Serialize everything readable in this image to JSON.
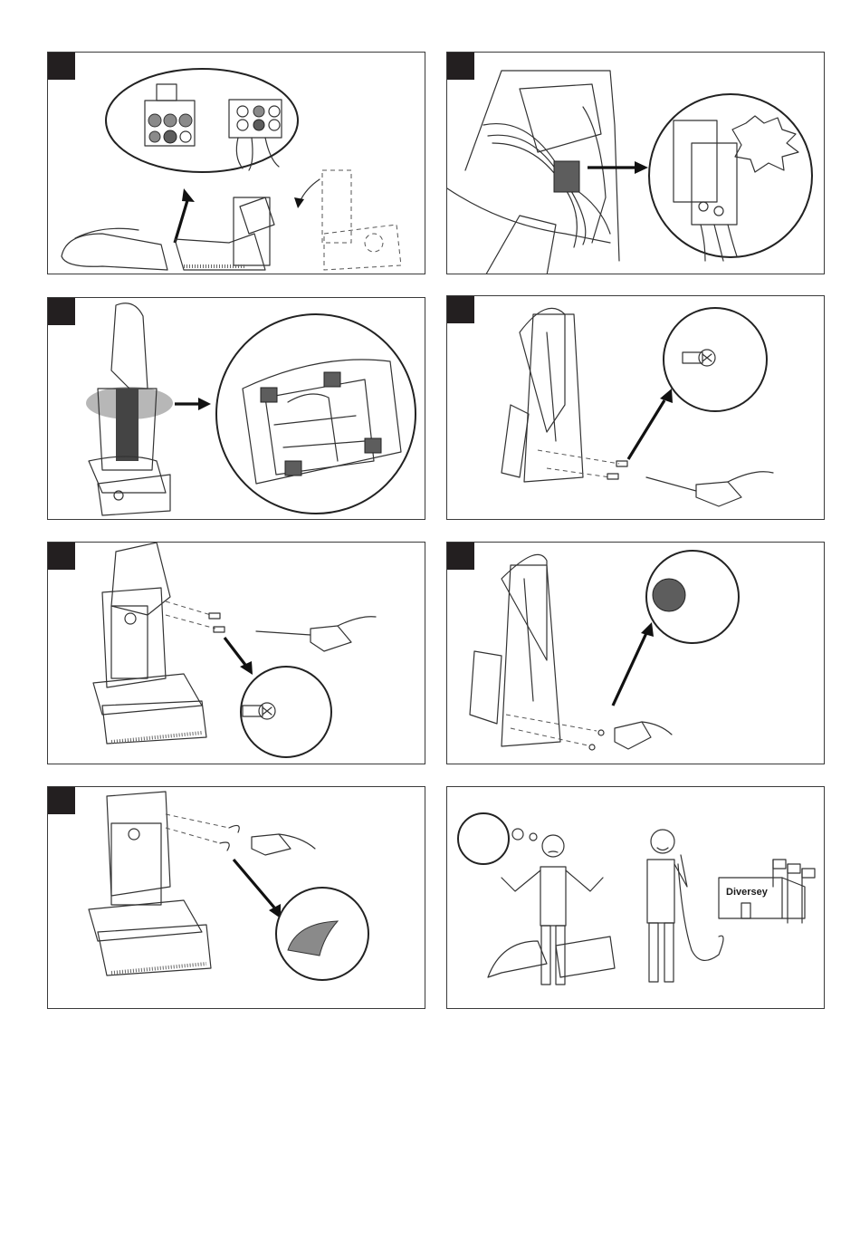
{
  "page": {
    "background": "#ffffff",
    "accent": "#231f20"
  },
  "panels": [
    {
      "id": 1,
      "step_marker": ""
    },
    {
      "id": 2,
      "step_marker": ""
    },
    {
      "id": 3,
      "step_marker": ""
    },
    {
      "id": 4,
      "step_marker": ""
    },
    {
      "id": 5,
      "step_marker": ""
    },
    {
      "id": 6,
      "step_marker": ""
    },
    {
      "id": 7,
      "step_marker": ""
    },
    {
      "id": 8,
      "step_marker": ""
    }
  ],
  "contact": {
    "brand_label": "Diversey"
  },
  "icons": [
    "connector-icon",
    "screw-icon",
    "screwdriver-icon",
    "hand-icon",
    "plug-cap-icon",
    "pad-icon",
    "phone-icon",
    "building-icon",
    "person-icon"
  ]
}
